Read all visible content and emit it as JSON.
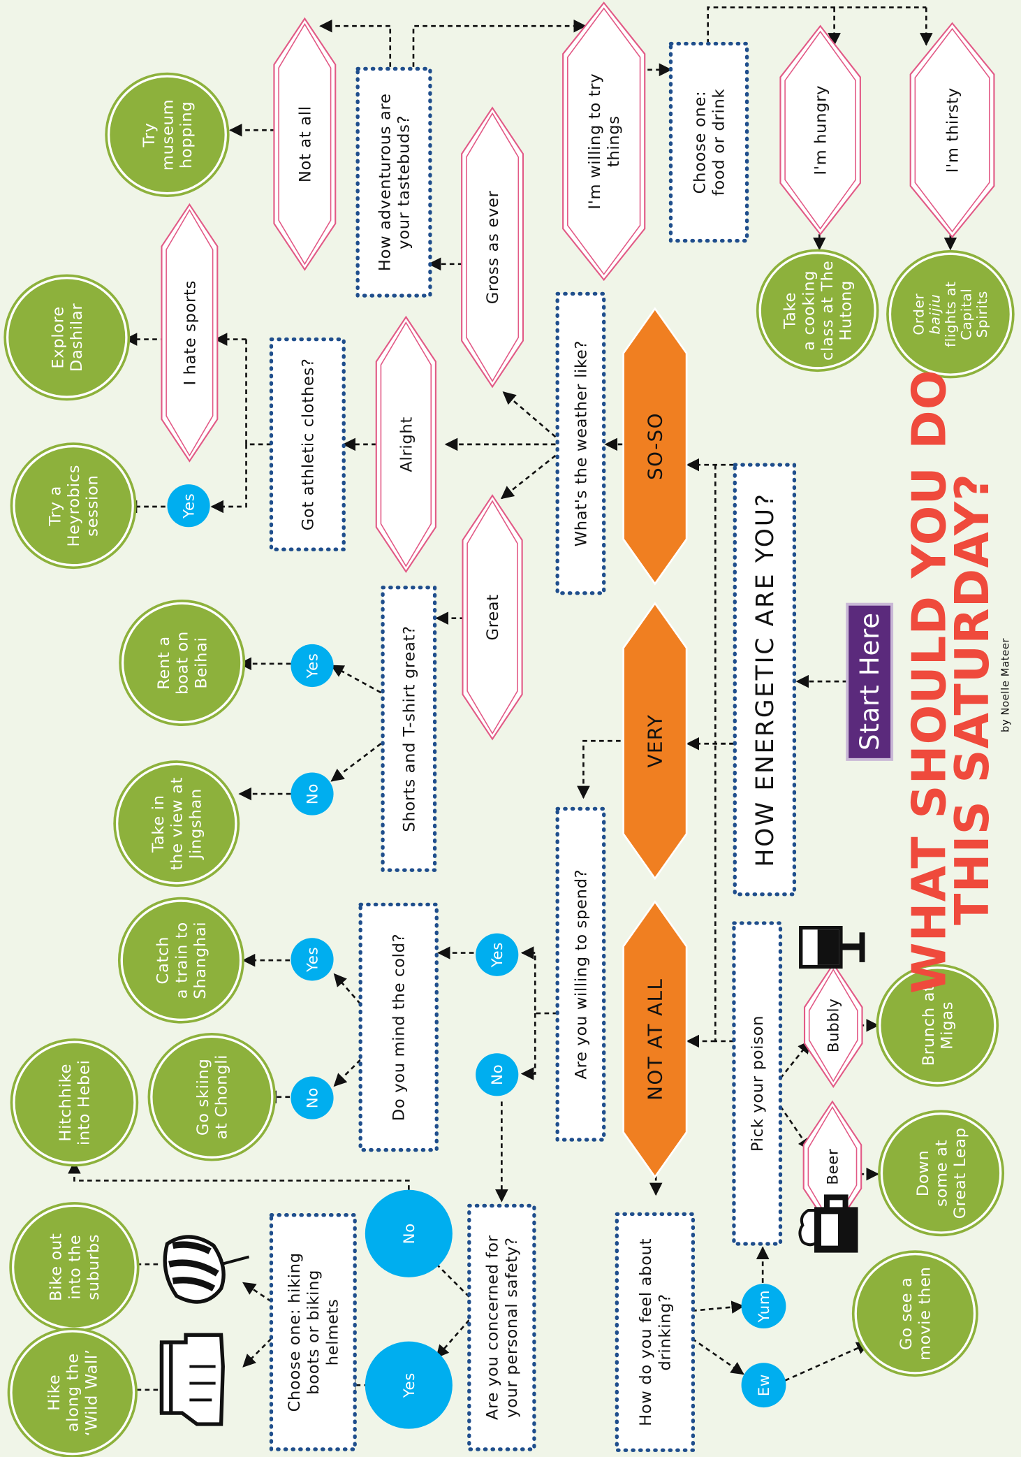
{
  "title": {
    "line1": "WHAT SHOULD YOU DO",
    "line2": "THIS SATURDAY?",
    "byline": "by Noelle Mateer"
  },
  "start": "Start Here",
  "main_question": "HOW ENERGETIC ARE YOU?",
  "energy_levels": {
    "very": "VERY",
    "so_so": "SO-SO",
    "not_at_all": "NOT AT ALL"
  },
  "questions": {
    "weather": "What's the weather like?",
    "tastebuds": [
      "How adventurous are",
      "your tastebuds?"
    ],
    "food_or_drink": [
      "Choose one:",
      "food or drink"
    ],
    "athletic": "Got athletic clothes?",
    "tshirt": "Shorts and T-shirt great?",
    "spend": "Are you willing to spend?",
    "cold": "Do you mind the cold?",
    "safety": [
      "Are you concerned for",
      "your personal safety?"
    ],
    "gear": [
      "Choose one: hiking",
      "boots or biking",
      "helmets"
    ],
    "drinking": [
      "How do you feel about",
      "drinking?"
    ],
    "poison": "Pick your poison"
  },
  "answers": {
    "great": "Great",
    "alright": "Alright",
    "gross": "Gross as ever",
    "not_at_all": "Not at all",
    "willing": [
      "I'm willing to try",
      "things"
    ],
    "hungry": "I'm hungry",
    "thirsty": "I'm thirsty",
    "hate_sports": "I hate sports",
    "bubbly": "Bubbly",
    "beer": "Beer",
    "yes": "Yes",
    "no": "No",
    "yum": "Yum",
    "ew": "Ew"
  },
  "activities": {
    "museum": [
      "Try",
      "museum",
      "hopping"
    ],
    "dashilar": [
      "Explore",
      "Dashilar"
    ],
    "heyrobics": [
      "Try a",
      "Heyrobics",
      "session"
    ],
    "cooking": [
      "Take",
      "a cooking",
      "class at The",
      "Hutong"
    ],
    "baijiu": [
      "Order",
      "baijiu",
      "flights at",
      "Capital",
      "Spirits"
    ],
    "boat": [
      "Rent a",
      "boat on",
      "Beihai"
    ],
    "jingshan": [
      "Take in",
      "the view at",
      "Jingshan"
    ],
    "shanghai": [
      "Catch",
      "a train to",
      "Shanghai"
    ],
    "skiing": [
      "Go skiing",
      "at Chongli"
    ],
    "hebei": [
      "Hitchhike",
      "into Hebei"
    ],
    "bike": [
      "Bike out",
      "into the",
      "suburbs"
    ],
    "wildwall": [
      "Hike",
      "along the",
      "‘Wild Wall’"
    ],
    "migas": [
      "Brunch at",
      "Migas"
    ],
    "greatleap": [
      "Down",
      "some at",
      "Great Leap"
    ],
    "movie": [
      "Go see a",
      "movie then"
    ]
  },
  "icons": [
    "wine-glass-icon",
    "beer-mug-icon",
    "bike-helmet-icon",
    "hiking-boot-icon"
  ],
  "colors": {
    "background": "#f0f5e8",
    "activity": "#8db13c",
    "energy": "#f07f21",
    "answer_circle": "#00aeef",
    "title": "#ef4a3c",
    "start": "#5b2a7c",
    "question_border": "#1f4e8c",
    "hexagon_border": "#e25a86"
  }
}
